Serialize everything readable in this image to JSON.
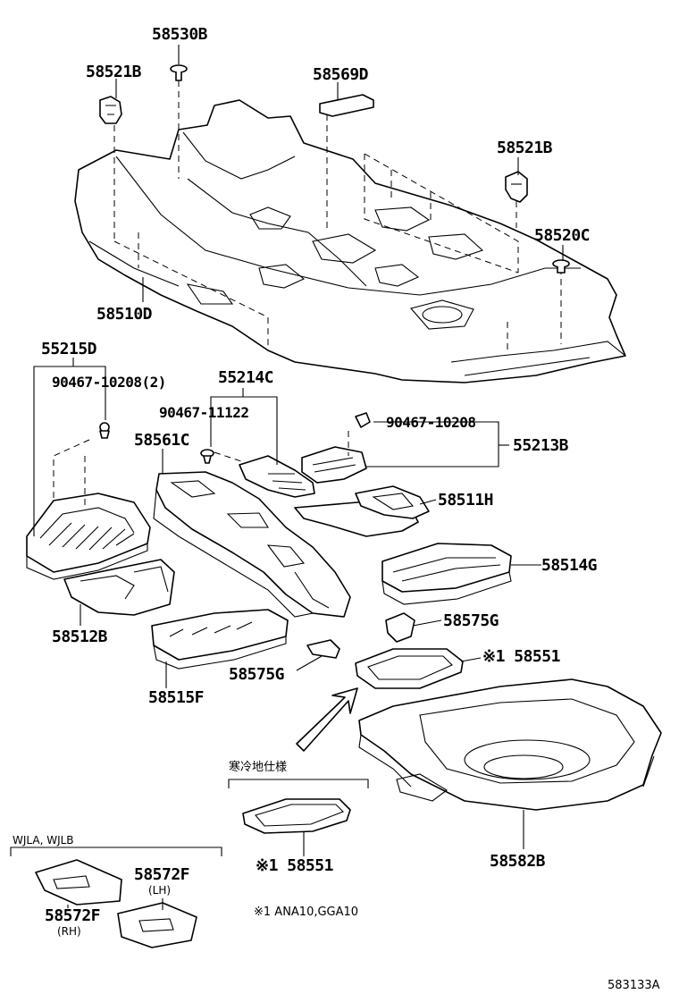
{
  "labels": {
    "p58530B": "58530B",
    "p58521B_top": "58521B",
    "p58569D": "58569D",
    "p58521B_right": "58521B",
    "p58520C": "58520C",
    "p58510D": "58510D",
    "p55215D": "55215D",
    "p90467_10208_2": "90467-10208(2)",
    "p55214C": "55214C",
    "p90467_11122": "90467-11122",
    "p90467_10208": "90467-10208",
    "p55213B": "55213B",
    "p58561C": "58561C",
    "p58511H": "58511H",
    "p58514G": "58514G",
    "p58575G_right": "58575G",
    "p58551_right": "※1 58551",
    "p58512B": "58512B",
    "p58515F": "58515F",
    "p58575G_left": "58575G",
    "cold_region": "寒冷地仕様",
    "p58551_cold": "※1 58551",
    "p58582B": "58582B",
    "wj_models": "WJLA, WJLB",
    "p58572F_lh": "58572F",
    "lh": "(LH)",
    "p58572F_rh": "58572F",
    "rh": "(RH)",
    "note1": "※1   ANA10,GGA10",
    "figure_id": "583133A"
  }
}
